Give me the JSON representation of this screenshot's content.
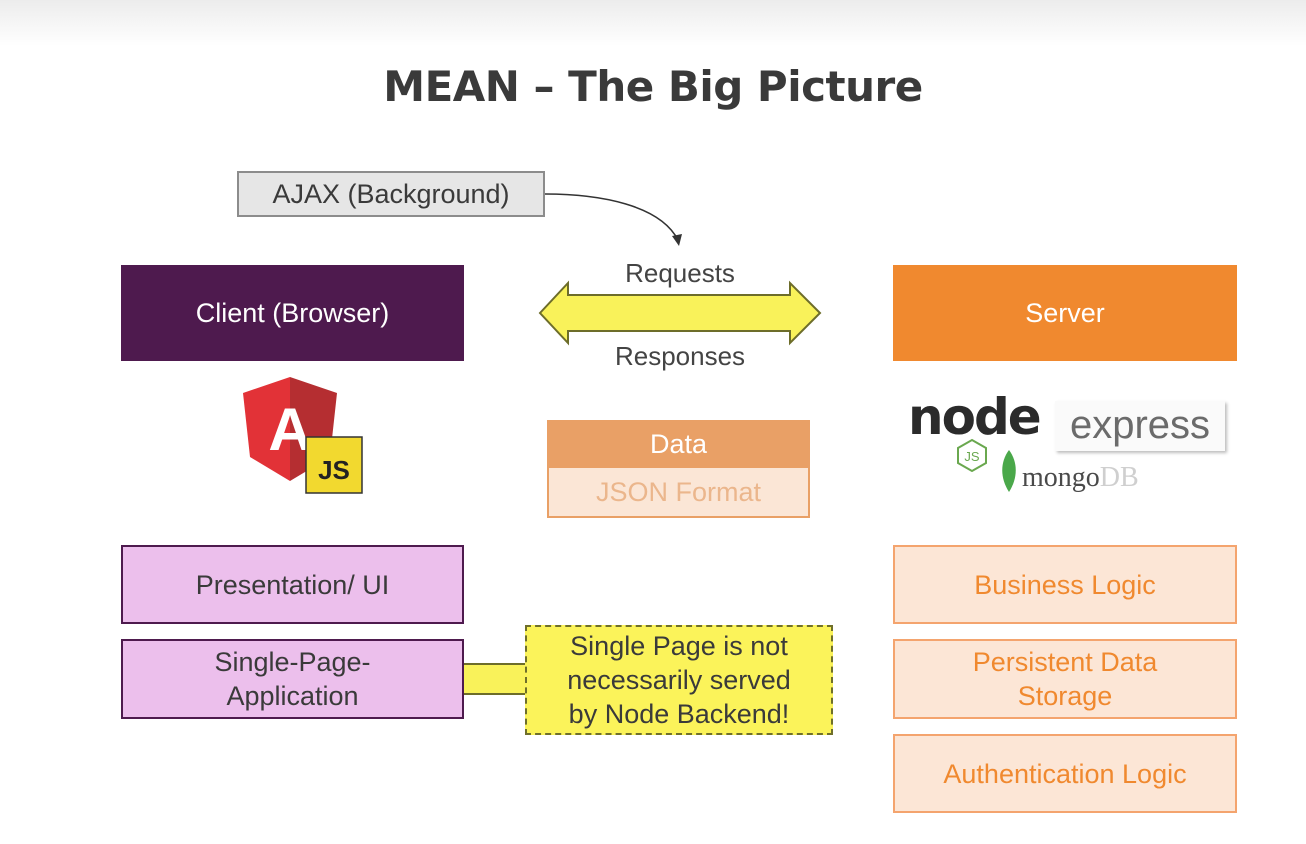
{
  "title": "MEAN – The Big Picture",
  "ajax_label": "AJAX (Background)",
  "client_label": "Client (Browser)",
  "server_label": "Server",
  "requests_label": "Requests",
  "responses_label": "Responses",
  "angular_logo": {
    "letter": "A",
    "badge": "JS"
  },
  "data_box": {
    "header": "Data",
    "subtitle": "JSON Format"
  },
  "client_layers": [
    "Presentation/ UI",
    "Single-Page-\nApplication"
  ],
  "server_layers": [
    "Business Logic",
    "Persistent Data\nStorage",
    "Authentication Logic"
  ],
  "note": "Single Page is not\nnecessarily served\nby Node Backend!",
  "server_logos": {
    "node": "node",
    "node_badge": "JS",
    "express": "express",
    "mongo": "mongo",
    "mongo_suffix": "DB"
  },
  "colors": {
    "client": "#4e1a4e",
    "server": "#f0892f",
    "arrow_yellow": "#f9f25a",
    "client_layer": "#ecbfec",
    "server_layer": "#fce6d6",
    "data_header": "#e9a066"
  }
}
